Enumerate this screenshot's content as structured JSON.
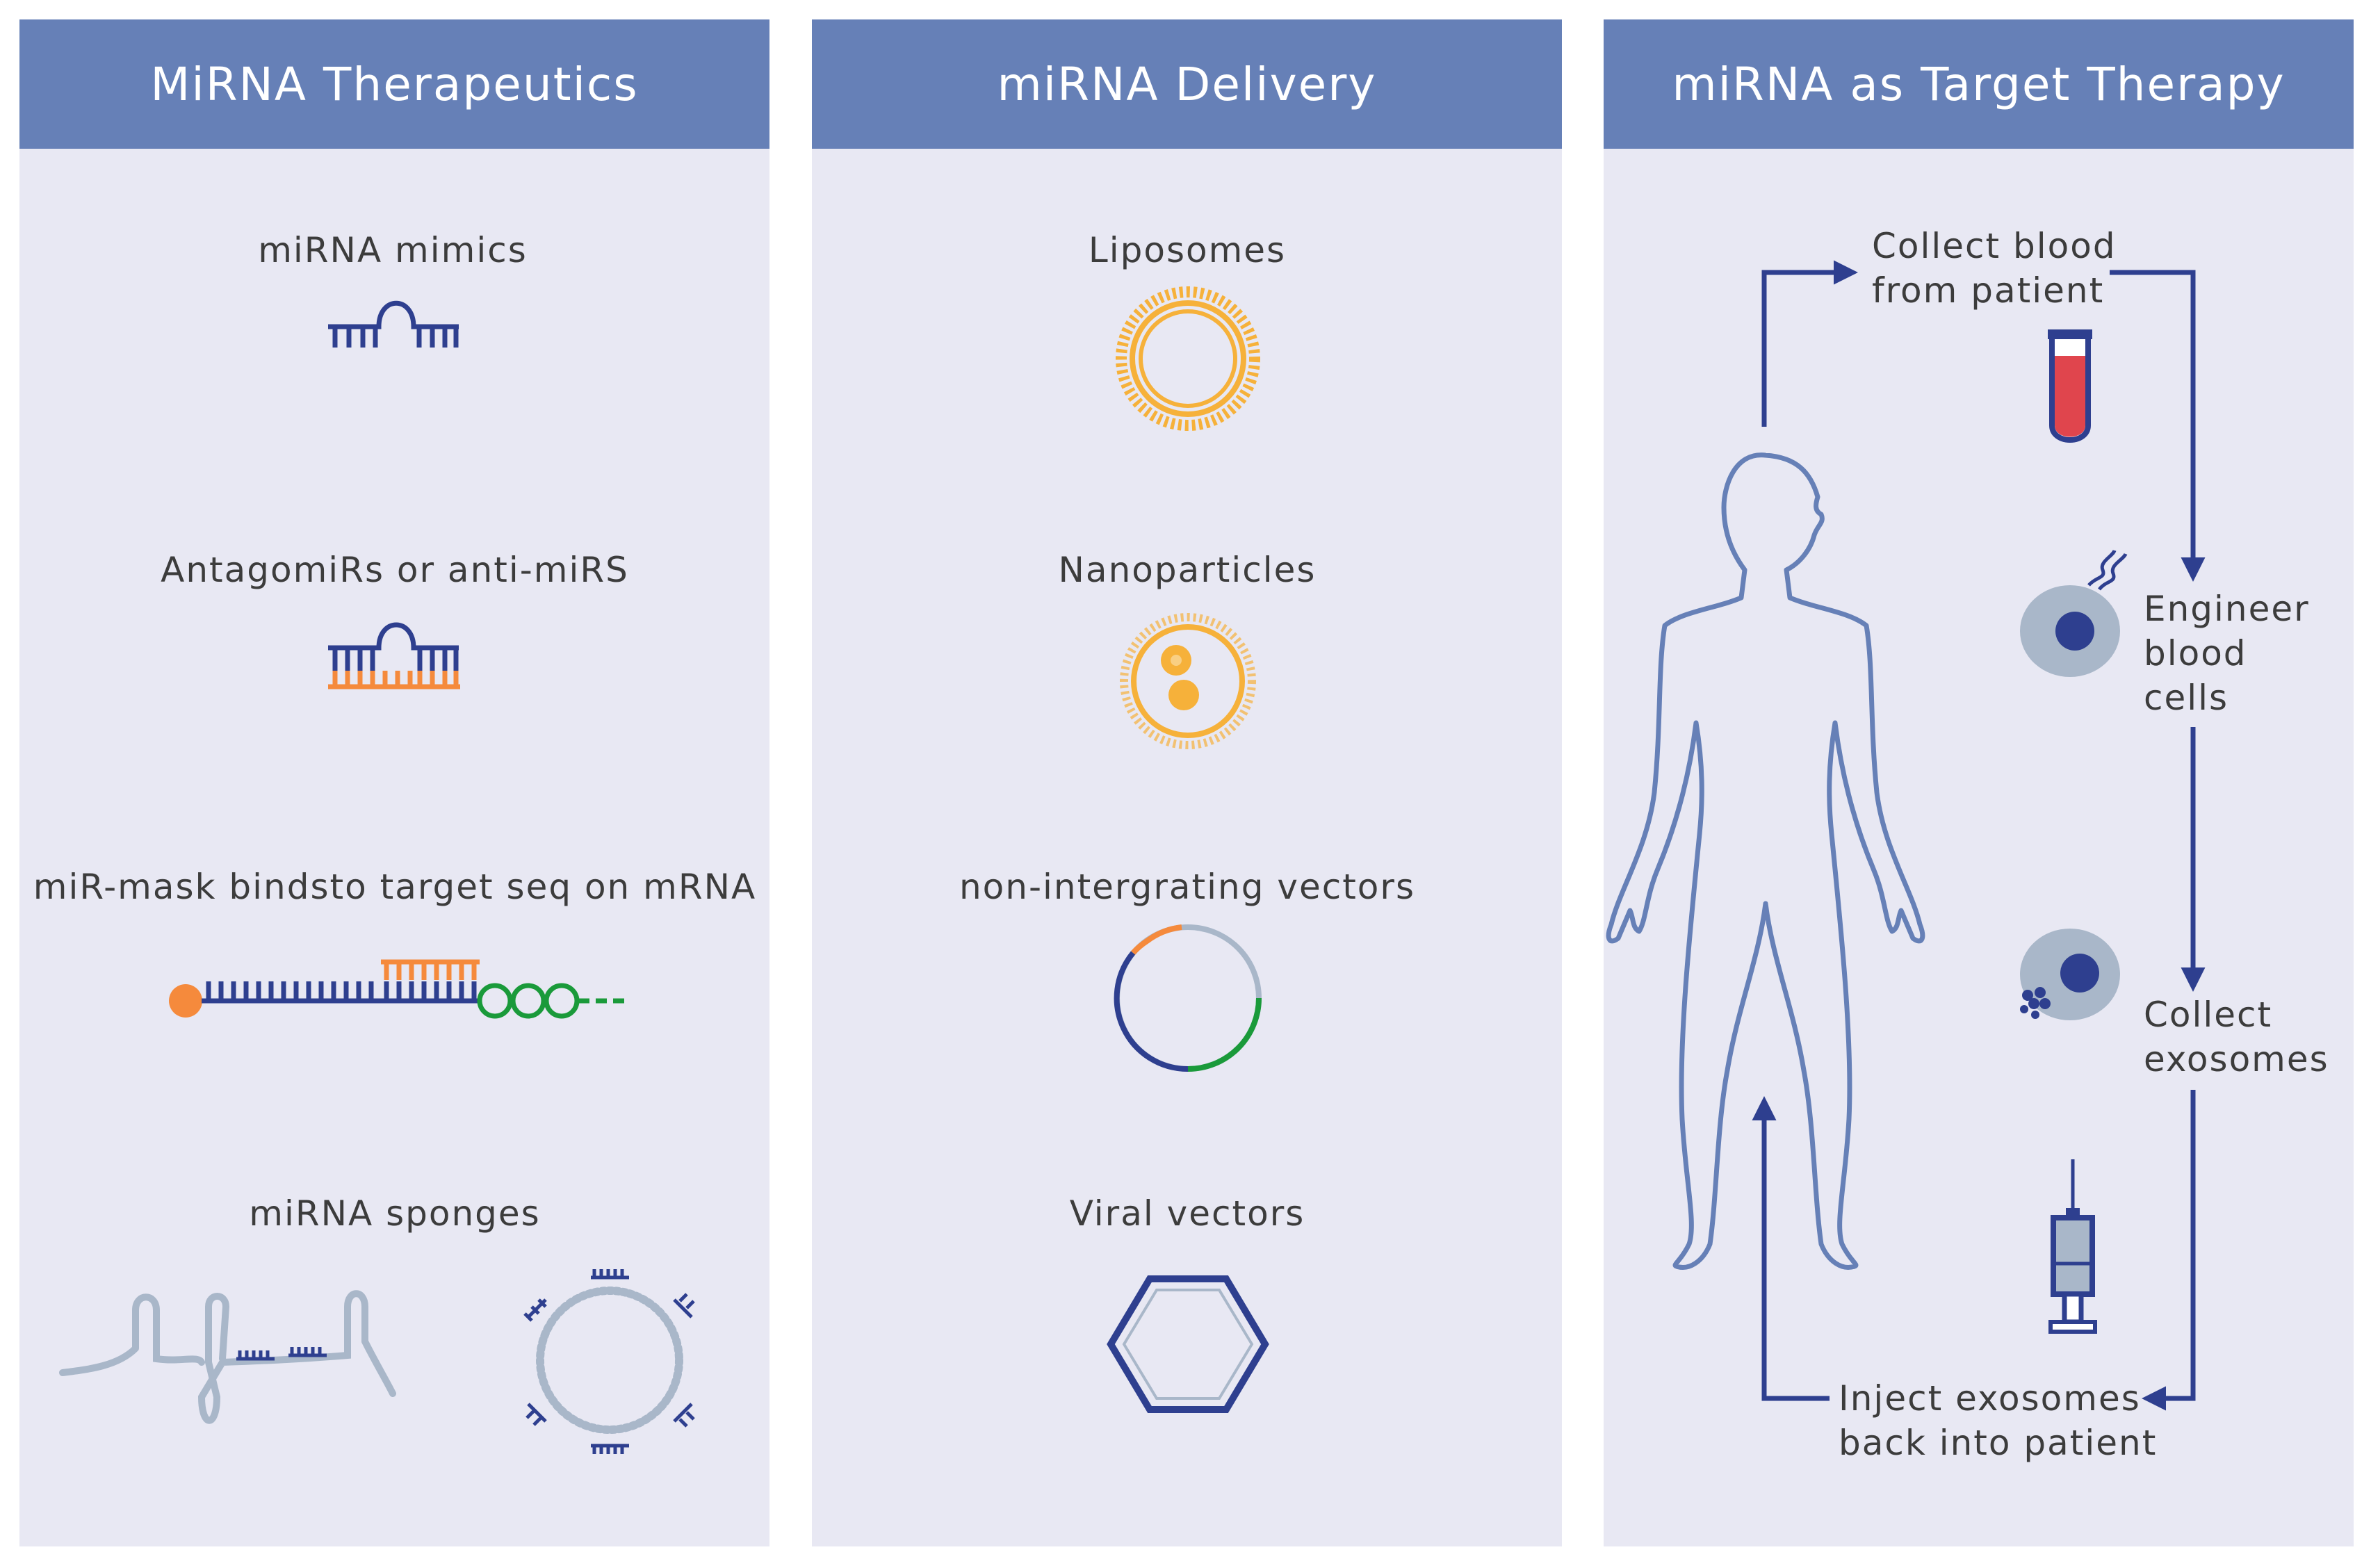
{
  "panels": [
    {
      "title": "MiRNA Therapeutics",
      "items": [
        "miRNA mimics",
        "AntagomiRs or anti-miRS",
        "miR-mask bindsto target seq on mRNA",
        "miRNA sponges"
      ]
    },
    {
      "title": "miRNA Delivery",
      "items": [
        "Liposomes",
        "Nanoparticles",
        "non-intergrating vectors",
        "Viral vectors"
      ]
    },
    {
      "title": "miRNA as Target Therapy",
      "steps": [
        {
          "line1": "Collect blood",
          "line2": "from patient"
        },
        {
          "line1": "Engineer",
          "line2": "blood",
          "line3": "cells"
        },
        {
          "line1": "Collect",
          "line2": "exosomes"
        },
        {
          "line1": "Inject exosomes",
          "line2": "back into patient"
        }
      ]
    }
  ],
  "colors": {
    "header": "#6680b7",
    "panel_bg": "#e8e8f3",
    "strand_blue": "#2e3f8f",
    "orange": "#f58a3c",
    "liposome": "#f6b13a",
    "green": "#1a9a3a",
    "gray": "#a9b7c9",
    "blood_red": "#e0454d"
  },
  "icons": [
    "hairpin-strand-icon",
    "duplex-strand-icon",
    "mrna-mask-icon",
    "sponge-icon",
    "liposome-icon",
    "nanoparticle-icon",
    "plasmid-vector-icon",
    "hexagon-virus-icon",
    "human-body-icon",
    "blood-tube-icon",
    "cell-icon",
    "syringe-icon"
  ]
}
